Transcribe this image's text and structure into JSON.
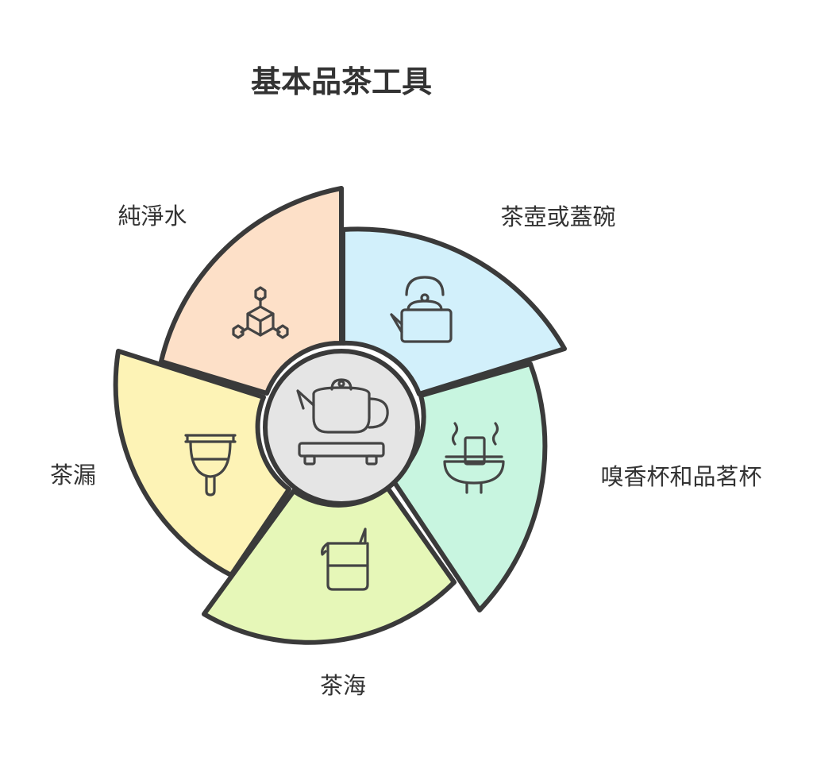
{
  "title": "基本品茶工具",
  "center": {
    "icon": "teapot-on-tray-icon",
    "fill": "#e5e5e5"
  },
  "segments": [
    {
      "id": "teapot",
      "label": "茶壺或蓋碗",
      "icon": "kettle-icon",
      "fill": "#d2f0fb"
    },
    {
      "id": "aroma-cup",
      "label": "嗅香杯和品茗杯",
      "icon": "steaming-cup-icon",
      "fill": "#c8f5e0"
    },
    {
      "id": "pitcher",
      "label": "茶海",
      "icon": "pitcher-icon",
      "fill": "#e6f7b8"
    },
    {
      "id": "strainer",
      "label": "茶漏",
      "icon": "strainer-icon",
      "fill": "#fdf3b6"
    },
    {
      "id": "water",
      "label": "純淨水",
      "icon": "molecule-icon",
      "fill": "#fde0c8"
    }
  ]
}
